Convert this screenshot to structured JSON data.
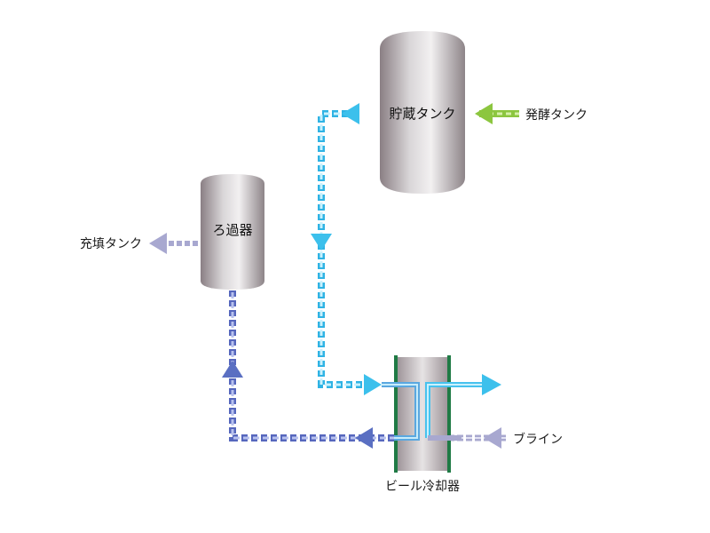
{
  "nodes": {
    "storage_tank": "貯蔵タンク",
    "fermentation_tank": "発酵タンク",
    "filter": "ろ過器",
    "filling_tank": "充填タンク",
    "beer_cooler": "ビール冷却器",
    "brine": "ブライン"
  },
  "colors": {
    "beer_light": "#45c8ee",
    "beer_dark": "#5a6fc2",
    "ferment": "#8cc63f",
    "brine": "#a8a8d0",
    "cooler_plate": "#1f7a45"
  }
}
